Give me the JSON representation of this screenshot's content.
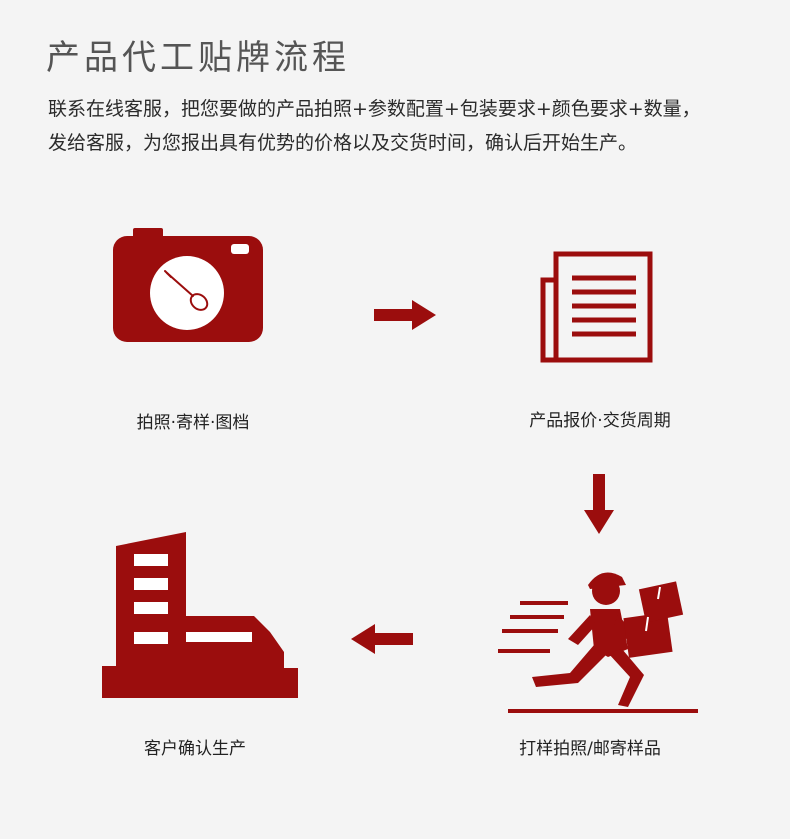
{
  "title": "产品代工贴牌流程",
  "description_line1": "联系在线客服，把您要做的产品拍照+参数配置+包装要求+颜色要求+数量，",
  "description_line2": "发给客服，为您报出具有优势的价格以及交货时间，确认后开始生产。",
  "steps": [
    {
      "label": "拍照·寄样·图档",
      "icon": "camera-icon"
    },
    {
      "label": "产品报价·交货周期",
      "icon": "newspaper-icon"
    },
    {
      "label": "打样拍照/邮寄样品",
      "icon": "delivery-man-icon"
    },
    {
      "label": "客户确认生产",
      "icon": "factory-icon"
    }
  ],
  "colors": {
    "accent": "#9b0d0d",
    "background": "#f4f4f4"
  }
}
